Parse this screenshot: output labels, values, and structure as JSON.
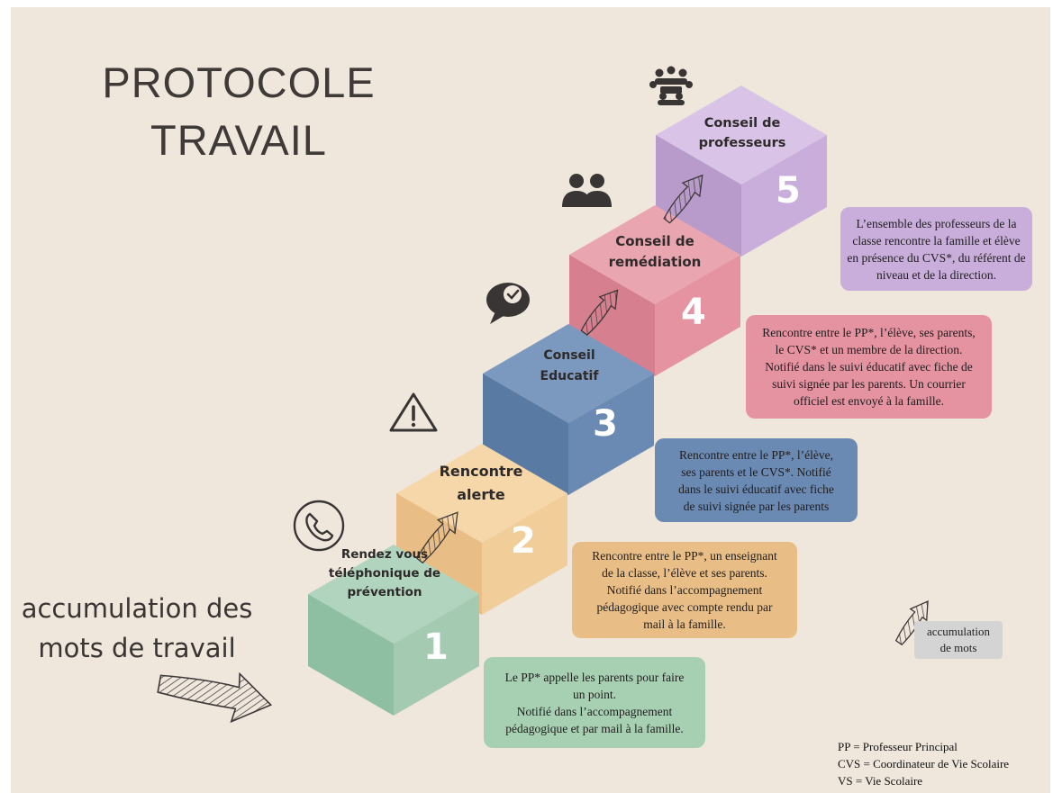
{
  "title": {
    "line1": "PROTOCOLE",
    "line2": "TRAVAIL"
  },
  "side_note": {
    "line1": "accumulation des",
    "line2": "mots de travail"
  },
  "steps": [
    {
      "number": "1",
      "label_lines": [
        "Rendez vous",
        "téléphonique de",
        "prévention"
      ],
      "color": "#a4cbb2",
      "icon": "phone-icon",
      "description_lines": [
        "Le PP* appelle les parents pour faire",
        "un point.",
        "Notifié dans l’accompagnement",
        "pédagogique et par mail à la famille."
      ]
    },
    {
      "number": "2",
      "label_lines": [
        "Rencontre",
        "alerte"
      ],
      "color": "#f1cd9a",
      "icon": "warning-icon",
      "description_lines": [
        "Rencontre entre le PP*, un enseignant",
        "de la classe, l’élève et ses parents.",
        "Notifié dans  l’accompagnement",
        "pédagogique avec compte rendu par",
        "mail à la famille."
      ]
    },
    {
      "number": "3",
      "label_lines": [
        "Conseil",
        "Educatif"
      ],
      "color": "#6a8ab3",
      "icon": "chat-check-icon",
      "description_lines": [
        "Rencontre entre le PP*, l’élève,",
        "ses parents et le CVS*. Notifié",
        "dans le suivi éducatif avec fiche",
        "de suivi signée par les parents"
      ]
    },
    {
      "number": "4",
      "label_lines": [
        "Conseil de",
        "remédiation"
      ],
      "color": "#e592a1",
      "icon": "two-people-icon",
      "description_lines": [
        "Rencontre entre le PP*, l’élève, ses parents,",
        "le CVS* et un membre de la direction.",
        "Notifié dans le suivi éducatif avec fiche de",
        "suivi signée par les parents. Un courrier",
        "officiel est envoyé à la famille."
      ]
    },
    {
      "number": "5",
      "label_lines": [
        "Conseil de",
        "professeurs"
      ],
      "color": "#c9aedb",
      "icon": "meeting-group-icon",
      "description_lines": [
        "L’ensemble des professeurs de la",
        "classe rencontre la famille et élève",
        "en présence du CVS*, du référent de",
        "niveau et de la direction."
      ]
    }
  ],
  "legend_tag": {
    "line1": "accumulation",
    "line2": "de mots"
  },
  "glossary": [
    "PP = Professeur Principal",
    "CVS = Coordinateur de Vie Scolaire",
    "VS = Vie Scolaire"
  ]
}
